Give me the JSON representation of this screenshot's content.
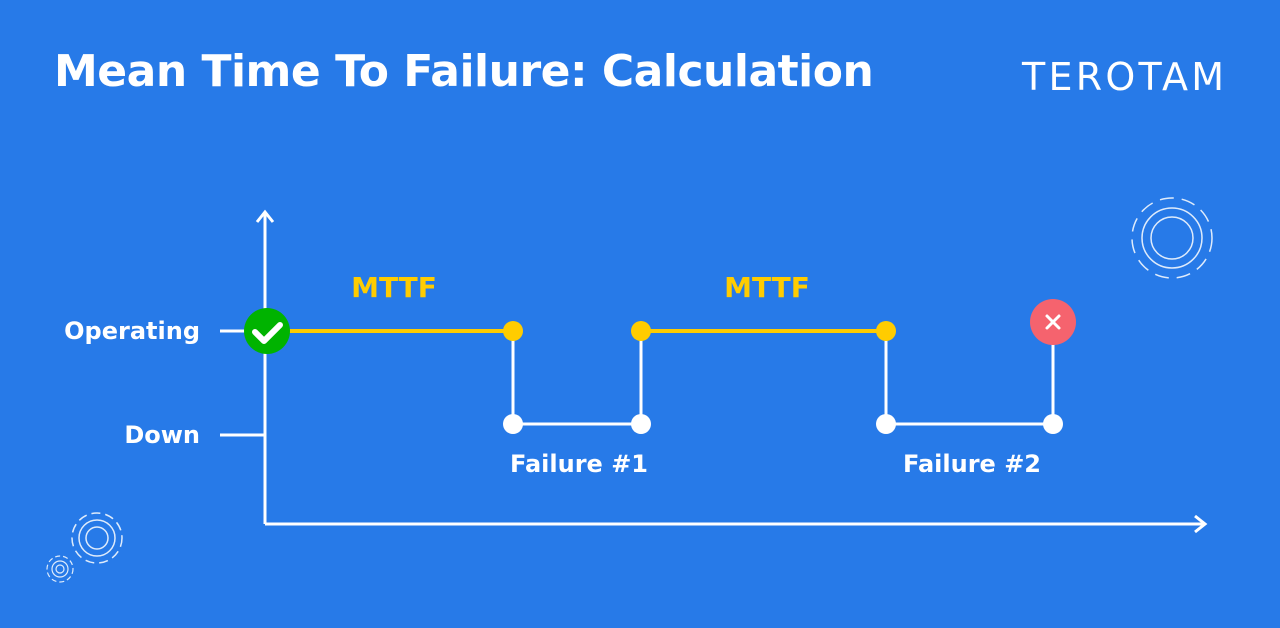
{
  "title": "Mean Time To Failure: Calculation",
  "logo": {
    "text": "TEROTAM",
    "accent": "#ff7a1a"
  },
  "diagram": {
    "y_labels": {
      "operating": "Operating",
      "down": "Down"
    },
    "mttf_labels": [
      "MTTF",
      "MTTF"
    ],
    "failure_labels": [
      "Failure #1",
      "Failure #2"
    ],
    "colors": {
      "background": "#277ae8",
      "operating_line": "#ffcc00",
      "ok": "#00b300",
      "fail": "#f5636e"
    }
  }
}
